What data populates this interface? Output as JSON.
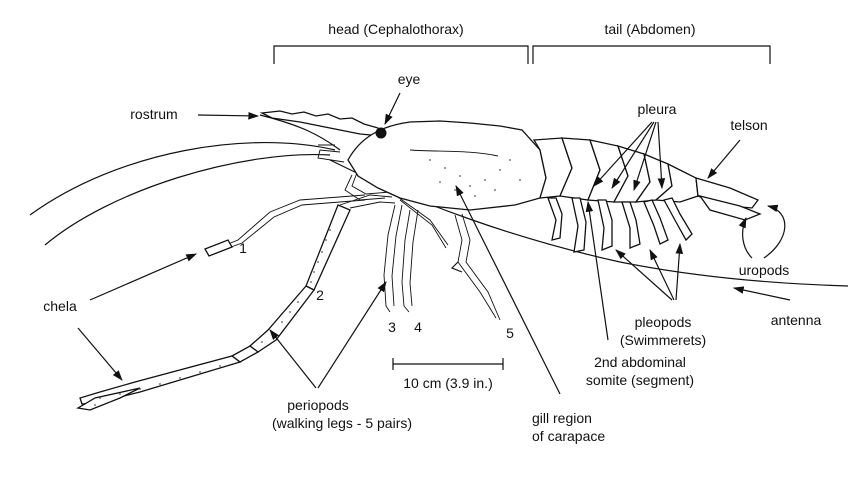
{
  "sections": {
    "head": "head (Cephalothorax)",
    "tail": "tail (Abdomen)"
  },
  "labels": {
    "eye": "eye",
    "rostrum": "rostrum",
    "pleura": "pleura",
    "telson": "telson",
    "chela": "chela",
    "uropods": "uropods",
    "antenna": "antenna",
    "pleopods_1": "pleopods",
    "pleopods_2": "(Swimmerets)",
    "abdominal_1": "2nd abdominal",
    "abdominal_2": "somite (segment)",
    "periopods_1": "periopods",
    "periopods_2": "(walking legs - 5 pairs)",
    "gill_1": "gill region",
    "gill_2": "of carapace"
  },
  "leg_numbers": {
    "one": "1",
    "two": "2",
    "three": "3",
    "four": "4",
    "five": "5"
  },
  "scale_bar": "10 cm (3.9 in.)"
}
